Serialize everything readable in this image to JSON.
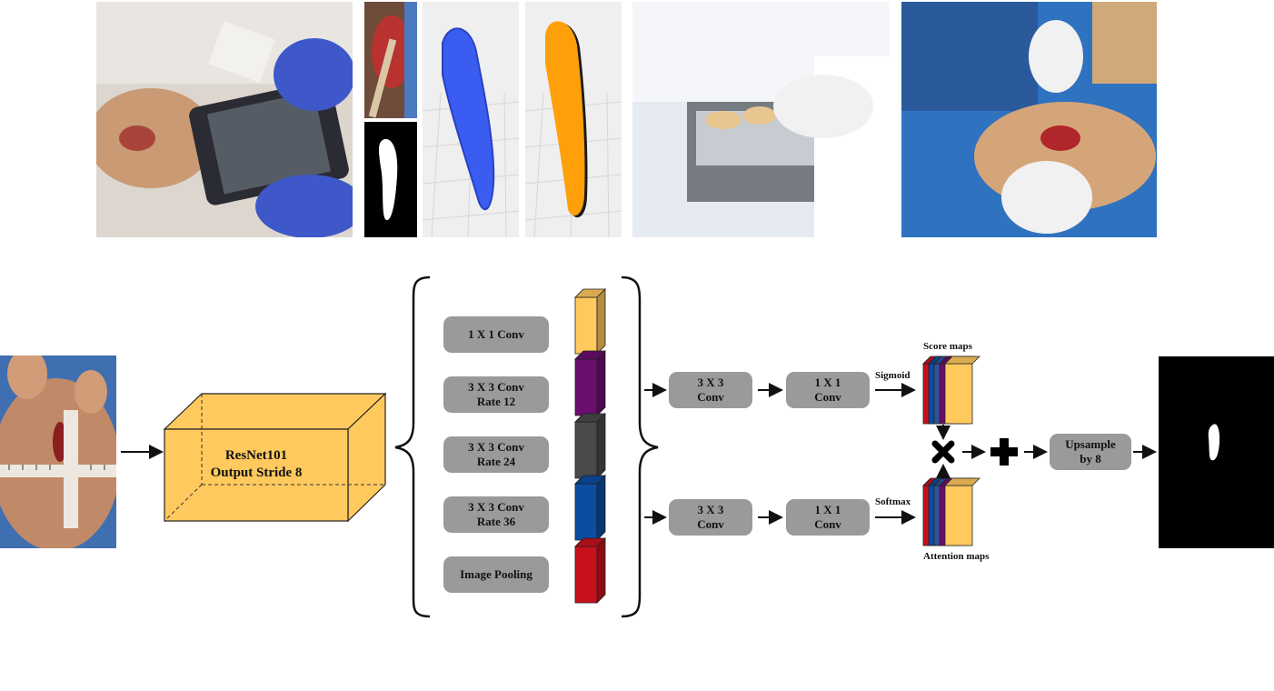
{
  "backbone": {
    "line1": "ResNet101",
    "line2": "Output Stride 8"
  },
  "aspp": [
    {
      "line1": "1 X 1 Conv",
      "line2": "",
      "color": "#ffc95e"
    },
    {
      "line1": "3 X 3 Conv",
      "line2": "Rate 12",
      "color": "#6a0e6e"
    },
    {
      "line1": "3 X 3 Conv",
      "line2": "Rate 24",
      "color": "#4a4a4a"
    },
    {
      "line1": "3 X 3 Conv",
      "line2": "Rate 36",
      "color": "#0a4da3"
    },
    {
      "line1": "Image Pooling",
      "line2": "",
      "color": "#c8101c"
    }
  ],
  "score_branch": {
    "conv3": {
      "line1": "3 X 3",
      "line2": "Conv"
    },
    "conv1": {
      "line1": "1 X 1",
      "line2": "Conv"
    },
    "activation": "Sigmoid",
    "maps_label": "Score maps"
  },
  "attention_branch": {
    "conv3": {
      "line1": "3 X 3",
      "line2": "Conv"
    },
    "conv1": {
      "line1": "1 X 1",
      "line2": "Conv"
    },
    "activation": "Softmax",
    "maps_label": "Attention maps"
  },
  "upsample": {
    "line1": "Upsample",
    "line2": "by 8"
  },
  "ops": {
    "multiply": "multiply-icon",
    "add": "plus-icon"
  },
  "map_colors": [
    "#c8101c",
    "#0a4da3",
    "#2f5597",
    "#6a0e6e",
    "#ffc95e"
  ]
}
